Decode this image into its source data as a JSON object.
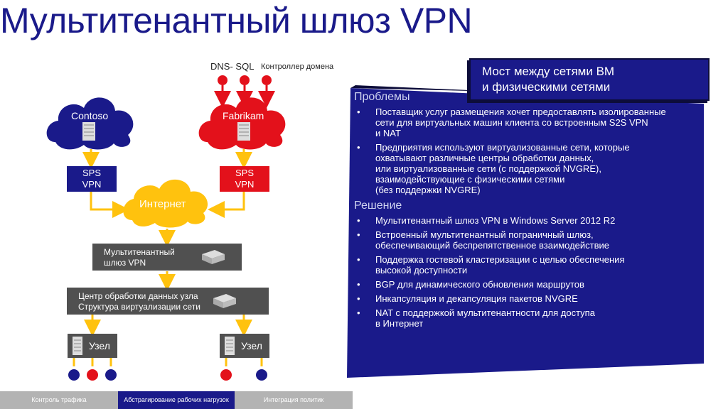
{
  "title": "Мультитенантный шлюз VPN",
  "labels": {
    "dns": "DNS",
    "sql": "SQL",
    "domain_controller": "Контроллер домена",
    "contoso": "Contoso",
    "fabrikam": "Fabrikam",
    "sps_vpn_left_1": "SPS",
    "sps_vpn_left_2": "VPN",
    "sps_vpn_right_1": "SPS",
    "sps_vpn_right_2": "VPN",
    "internet": "Интернет",
    "gateway_1": "Мультитенантный",
    "gateway_2": "шлюз VPN",
    "datacenter_1": "Центр обработки данных узла",
    "datacenter_2": "Структура виртуализации сети",
    "node_left": "Узел",
    "node_right": "Узел"
  },
  "colors": {
    "blue": "#1a1a8a",
    "red": "#e3111b",
    "yellow": "#ffc20e",
    "grey": "#505050"
  },
  "callout": {
    "line1": "Мост между сетями ВМ",
    "line2": "и физическими сетями"
  },
  "problems": {
    "heading": "Проблемы",
    "items": [
      [
        "Поставщик услуг размещения хочет предоставлять изолированные",
        "сети для виртуальных машин клиента со встроенным S2S VPN",
        "и NAT"
      ],
      [
        "Предприятия используют виртуализованные сети, которые",
        "охватывают различные центры обработки данных,",
        "или виртуализованные сети (с поддержкой NVGRE),",
        "взаимодействующие с физическими сетями",
        "(без поддержки NVGRE)"
      ]
    ]
  },
  "solution": {
    "heading": "Решение",
    "items": [
      [
        "Мультитенантный шлюз VPN в Windows Server 2012 R2"
      ],
      [
        "Встроенный мультитенантный пограничный шлюз,",
        "обеспечивающий беспрепятственное взаимодействие"
      ],
      [
        "Поддержка гостевой кластеризации с целью обеспечения",
        "высокой доступности"
      ],
      [
        "BGP для динамического обновления маршрутов"
      ],
      [
        "Инкапсуляция и декапсуляция пакетов NVGRE"
      ],
      [
        "NAT с поддержкой мультитенантности для доступа",
        "в Интернет"
      ]
    ]
  },
  "tabs": [
    {
      "label": "Контроль трафика"
    },
    {
      "label": "Абстрагирование рабочих нагрузок"
    },
    {
      "label": "Интеграция политик"
    }
  ]
}
